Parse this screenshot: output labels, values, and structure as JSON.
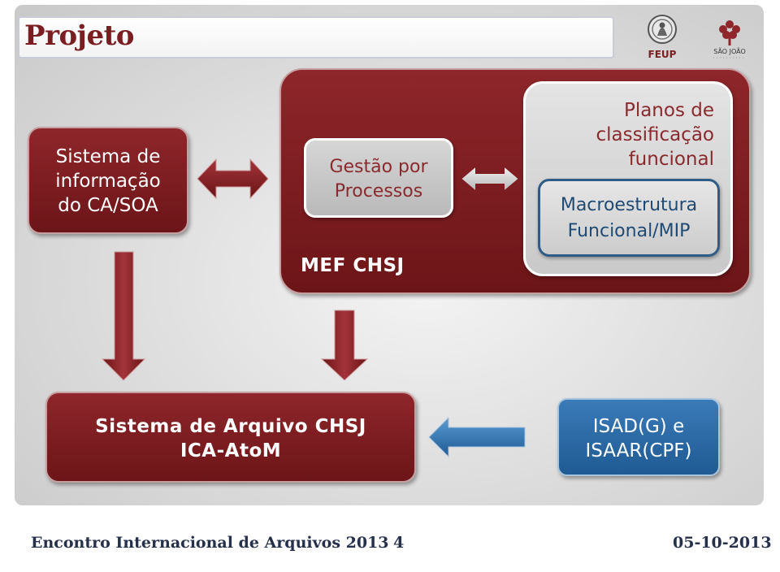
{
  "slide": {
    "title": "Projeto",
    "logos": {
      "feup": "FEUP",
      "sao_joao": "SÃO JOÃO"
    }
  },
  "diagram": {
    "info_system": "Sistema de\ninformação\ndo CA/SOA",
    "mef_group": "MEF CHSJ",
    "process_management": "Gestão por\nProcessos",
    "classification_plans": "Planos de\nclassificação\nfuncional",
    "macrostructure": "Macroestrutura\nFuncional/MIP",
    "archive_system": "Sistema de Arquivo CHSJ\nICA-AtoM",
    "standards": "ISAD(G) e\nISAAR(CPF)"
  },
  "footer": {
    "event": "Encontro Internacional de Arquivos 2013",
    "page_number": "4",
    "date": "05-10-2013"
  },
  "colors": {
    "title_red": "#7a1e22",
    "box_red": "#7e1d21",
    "box_blue": "#2a6aa6",
    "box_gray": "#c9c9c9",
    "footer_navy": "#26304a"
  }
}
